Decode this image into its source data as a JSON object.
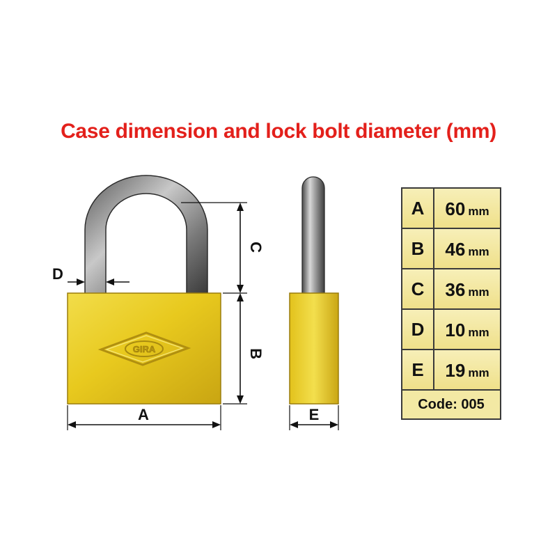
{
  "title": "Case dimension and lock bolt diameter (mm)",
  "brand_text": "GIRA",
  "labels": {
    "A": "A",
    "B": "B",
    "C": "C",
    "D": "D",
    "E": "E"
  },
  "specs": [
    {
      "key": "A",
      "value": "60",
      "unit": "mm"
    },
    {
      "key": "B",
      "value": "46",
      "unit": "mm"
    },
    {
      "key": "C",
      "value": "36",
      "unit": "mm"
    },
    {
      "key": "D",
      "value": "10",
      "unit": "mm"
    },
    {
      "key": "E",
      "value": "19",
      "unit": "mm"
    }
  ],
  "code": "Code: 005",
  "colors": {
    "title": "#e3201b",
    "brass": "#e3c21a",
    "steel": "#8a8a8a",
    "table_fill": "#f3e9a4"
  }
}
